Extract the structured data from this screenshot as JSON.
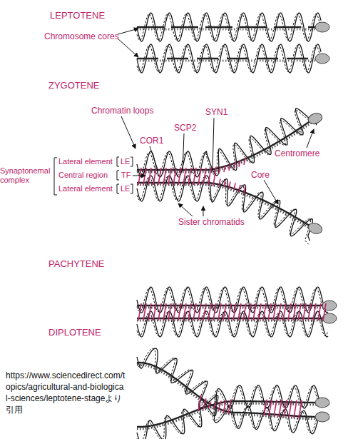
{
  "diagram": {
    "labels": [
      "LEPTOTENE",
      "Chromosome cores",
      "ZYGOTENE",
      "SYN1",
      "SCP2",
      "Chromatin loops",
      "COR1",
      "Centromere",
      "Synaptonemal complex",
      "Lateral element",
      "LE",
      "Central region",
      "TF",
      "Lateral element",
      "LE",
      "Core",
      "Sister chromatids",
      "PACHYTENE",
      "DIPLOTENE",
      "https://www.sciencedirect.com/topics/agricultural-and-biological-sciences/leptotene-stageより引用"
    ]
  }
}
